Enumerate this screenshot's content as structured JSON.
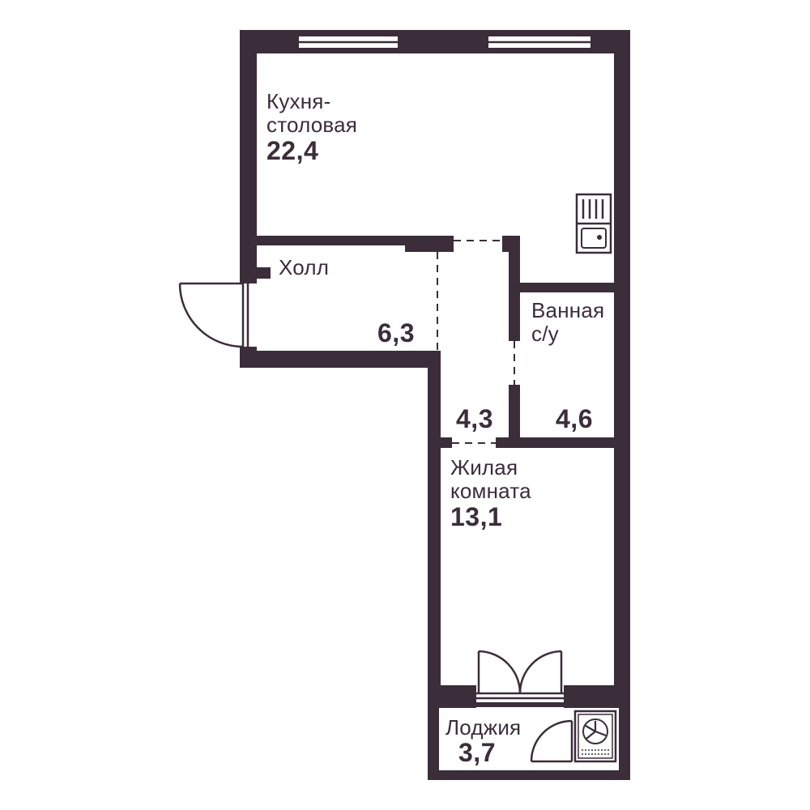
{
  "rooms": {
    "kitchen": {
      "name_line1": "Кухня-",
      "name_line2": "столовая",
      "area": "22,4"
    },
    "hall": {
      "name": "Холл",
      "area": "6,3"
    },
    "corridor": {
      "area": "4,3"
    },
    "bathroom": {
      "name_line1": "Ванная",
      "name_line2": "с/у",
      "area": "4,6"
    },
    "living": {
      "name_line1": "Жилая",
      "name_line2": "комната",
      "area": "13,1"
    },
    "loggia": {
      "name": "Лоджия",
      "area": "3,7"
    }
  },
  "colors": {
    "wall": "#3b2d39",
    "background": "#ffffff"
  },
  "icons": [
    "sink-icon",
    "air-conditioner-icon",
    "door-swing-icon",
    "window-icon"
  ]
}
